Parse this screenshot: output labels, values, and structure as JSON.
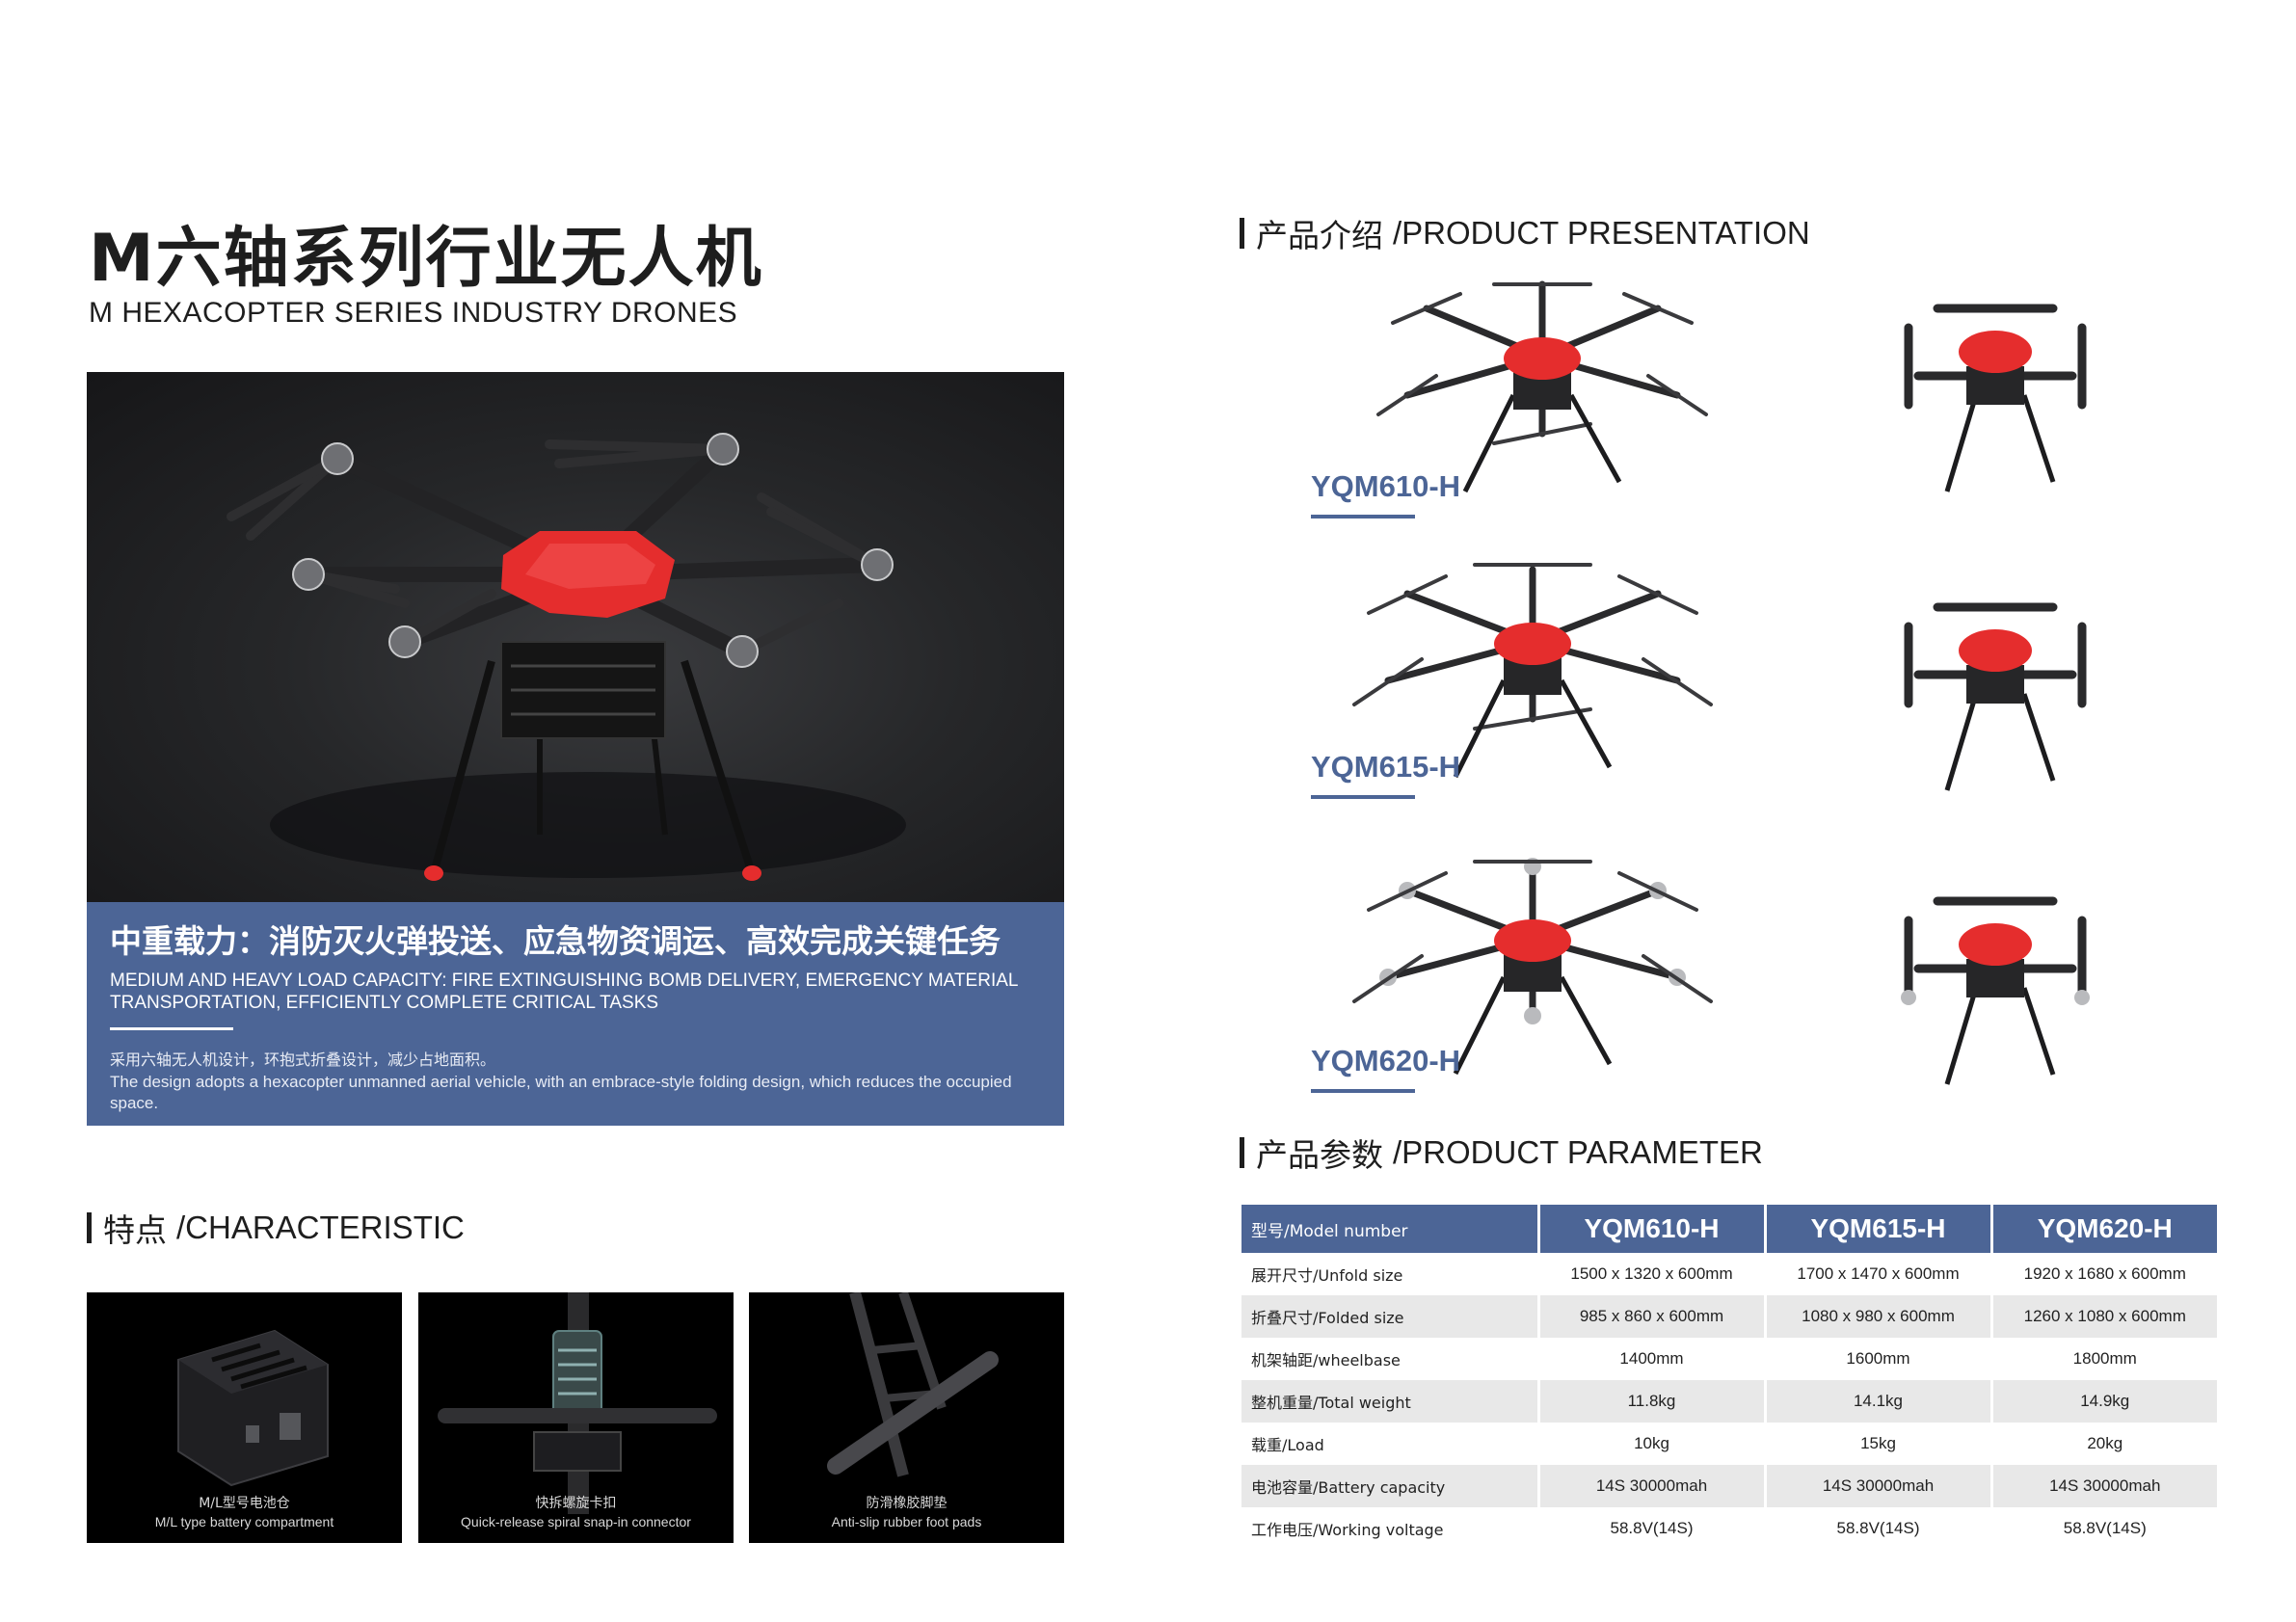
{
  "header": {
    "title": "M六轴系列行业无人机",
    "subtitle": "M HEXACOPTER SERIES INDUSTRY DRONES"
  },
  "hero": {
    "headline_cn": "中重载力：消防灭火弹投送、应急物资调运、高效完成关键任务",
    "headline_en": "MEDIUM AND HEAVY LOAD CAPACITY: FIRE EXTINGUISHING BOMB DELIVERY, EMERGENCY MATERIAL TRANSPORTATION, EFFICIENTLY COMPLETE CRITICAL TASKS",
    "desc_cn": "采用六轴无人机设计，环抱式折叠设计，减少占地面积。",
    "desc_en": "The design adopts a hexacopter unmanned aerial vehicle, with an embrace-style folding design, which reduces the occupied space."
  },
  "characteristic": {
    "heading_cn": "特点",
    "heading_en": "/CHARACTERISTIC",
    "cards": [
      {
        "cn": "M/L型号电池仓",
        "en": "M/L type battery compartment"
      },
      {
        "cn": "快拆螺旋卡扣",
        "en": "Quick-release spiral snap-in connector"
      },
      {
        "cn": "防滑橡胶脚垫",
        "en": "Anti-slip rubber foot pads"
      }
    ]
  },
  "presentation": {
    "heading_cn": "产品介绍",
    "heading_en": "/PRODUCT PRESENTATION",
    "models": [
      "YQM610-H",
      "YQM615-H",
      "YQM620-H"
    ]
  },
  "parameter": {
    "heading_cn": "产品参数",
    "heading_en": "/PRODUCT PARAMETER",
    "header_label": "型号/Model number",
    "models": [
      "YQM610-H",
      "YQM615-H",
      "YQM620-H"
    ],
    "rows": [
      {
        "label": "展开尺寸/Unfold size",
        "values": [
          "1500 x 1320 x 600mm",
          "1700 x 1470 x 600mm",
          "1920 x 1680 x 600mm"
        ]
      },
      {
        "label": "折叠尺寸/Folded size",
        "values": [
          "985 x 860 x 600mm",
          "1080 x 980 x 600mm",
          "1260 x 1080 x 600mm"
        ]
      },
      {
        "label": "机架轴距/wheelbase",
        "values": [
          "1400mm",
          "1600mm",
          "1800mm"
        ]
      },
      {
        "label": "整机重量/Total weight",
        "values": [
          "11.8kg",
          "14.1kg",
          "14.9kg"
        ]
      },
      {
        "label": "载重/Load",
        "values": [
          "10kg",
          "15kg",
          "20kg"
        ]
      },
      {
        "label": "电池容量/Battery capacity",
        "values": [
          "14S 30000mah",
          "14S 30000mah",
          "14S 30000mah"
        ]
      },
      {
        "label": "工作电压/Working voltage",
        "values": [
          "58.8V(14S)",
          "58.8V(14S)",
          "58.8V(14S)"
        ]
      }
    ]
  },
  "colors": {
    "accent": "#4c6596",
    "drone_red": "#e52d2d",
    "table_alt_row": "#e8e8e8"
  }
}
